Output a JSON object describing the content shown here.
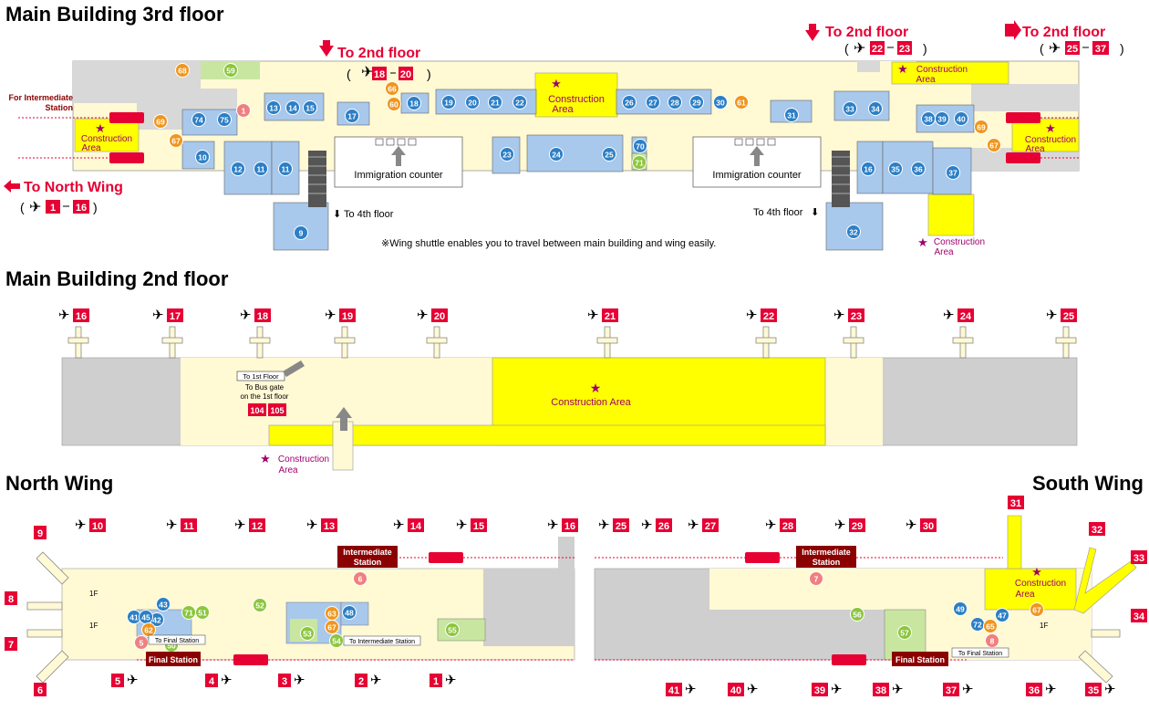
{
  "titles": {
    "floor3": "Main Building 3rd floor",
    "floor2": "Main Building 2nd floor",
    "north_wing": "North Wing",
    "south_wing": "South Wing"
  },
  "floor3": {
    "to_2nd_floor": "To 2nd floor",
    "gates_left": [
      "18",
      "20"
    ],
    "gates_mid": [
      "22",
      "23"
    ],
    "gates_right": [
      "25",
      "37"
    ],
    "to_north_wing": "To North Wing",
    "north_wing_gates": [
      "1",
      "16"
    ],
    "for_intermediate": "For Intermediate",
    "station": "Station",
    "construction": "Construction",
    "area": "Area",
    "immigration": "Immigration counter",
    "to_4th_floor": "To 4th floor",
    "shuttle_note": "※Wing shuttle enables you to travel between main building and wing easily.",
    "blue_shops": [
      "9",
      "10",
      "11",
      "11",
      "12",
      "13",
      "14",
      "15",
      "16",
      "17",
      "18",
      "19",
      "20",
      "21",
      "22",
      "23",
      "24",
      "25",
      "26",
      "27",
      "28",
      "29",
      "30",
      "31",
      "32",
      "33",
      "34",
      "35",
      "36",
      "37",
      "38",
      "39",
      "40",
      "70",
      "74",
      "75"
    ],
    "orange_shops": [
      "60",
      "61",
      "66",
      "67",
      "67",
      "68",
      "69",
      "69"
    ],
    "green_shops": [
      "59",
      "71"
    ],
    "pink_shops": [
      "1"
    ]
  },
  "floor2": {
    "gates": [
      "16",
      "17",
      "18",
      "19",
      "20",
      "21",
      "22",
      "23",
      "24",
      "25"
    ],
    "to_1st_floor": "To 1st Floor",
    "to_bus_gate": "To Bus gate",
    "on_1st_floor": "on the 1st floor",
    "bus_gates": [
      "104",
      "105"
    ],
    "construction_area": "Construction Area"
  },
  "north_wing": {
    "top_gates": [
      "10",
      "11",
      "12",
      "13",
      "14",
      "15",
      "16"
    ],
    "left_gates": [
      "9",
      "8",
      "7",
      "6"
    ],
    "bottom_gates": [
      "5",
      "4",
      "3",
      "2",
      "1"
    ],
    "intermediate": "Intermediate",
    "station": "Station",
    "final_station": "Final Station",
    "to_final_station": "To Final Station",
    "to_intermediate_station": "To Intermediate Station",
    "floor_1f": "1F",
    "blue_shops": [
      "41",
      "42",
      "43",
      "45",
      "48"
    ],
    "green_shops": [
      "50",
      "51",
      "52",
      "53",
      "54",
      "55",
      "71"
    ],
    "orange_shops": [
      "62",
      "63",
      "67"
    ],
    "pink_shops": [
      "5",
      "6"
    ]
  },
  "south_wing": {
    "top_gates": [
      "25",
      "26",
      "27",
      "28",
      "29",
      "30",
      "31",
      "32",
      "33",
      "34"
    ],
    "bottom_gates": [
      "41",
      "40",
      "39",
      "38",
      "37",
      "36",
      "35"
    ],
    "intermediate": "Intermediate",
    "station": "Station",
    "final_station": "Final Station",
    "to_final_station": "To Final Station",
    "construction": "Construction",
    "area": "Area",
    "floor_1f": "1F",
    "blue_shops": [
      "47",
      "49",
      "72"
    ],
    "green_shops": [
      "56",
      "57"
    ],
    "orange_shops": [
      "65",
      "67"
    ],
    "pink_shops": [
      "7",
      "8"
    ]
  },
  "colors": {
    "red": "#e60033",
    "yellow": "#ffff00",
    "cream": "#fff9d4",
    "shop_blue": "#a8c8ec",
    "grey_area": "#cfcfcf",
    "magenta_star": "#a0006e",
    "dark_red_label": "#8b0000"
  }
}
